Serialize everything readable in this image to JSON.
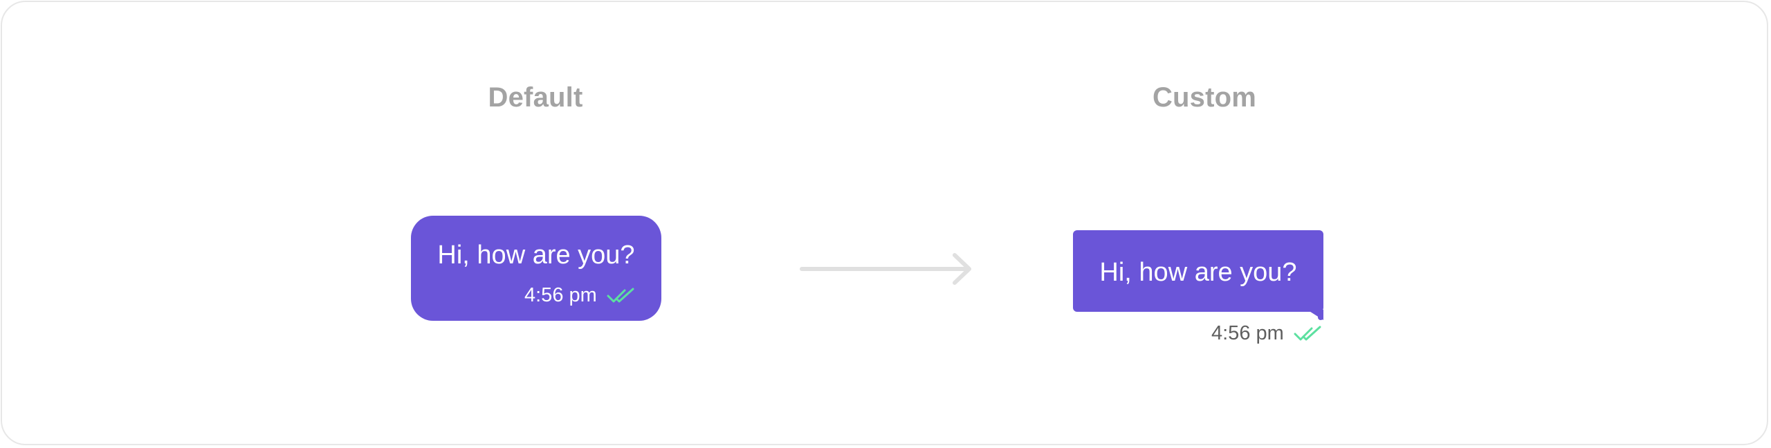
{
  "comparison": {
    "default": {
      "heading": "Default",
      "message": "Hi, how are you?",
      "time": "4:56 pm"
    },
    "custom": {
      "heading": "Custom",
      "message": "Hi, how are you?",
      "time": "4:56 pm"
    }
  },
  "colors": {
    "bubble": "#6a55d8",
    "read_receipt": "#5ce0a0",
    "heading": "#a3a3a3",
    "arrow": "#e0e0e0"
  },
  "icons": {
    "read_receipt": "double-check-icon",
    "arrow": "arrow-right-icon"
  }
}
